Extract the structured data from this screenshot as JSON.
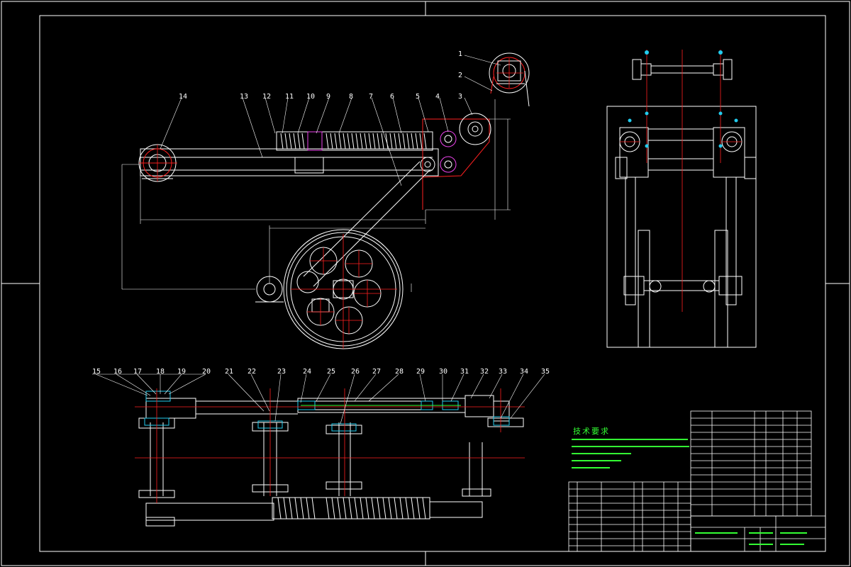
{
  "drawing": {
    "top_labels": [
      "1",
      "2",
      "3",
      "4",
      "5",
      "6",
      "7",
      "8",
      "9",
      "10",
      "11",
      "12",
      "13",
      "14"
    ],
    "bottom_labels": [
      "15",
      "16",
      "17",
      "18",
      "19",
      "20",
      "21",
      "22",
      "23",
      "24",
      "25",
      "26",
      "27",
      "28",
      "29",
      "30",
      "31",
      "32",
      "33",
      "34",
      "35"
    ],
    "technical_notes_title": "技术要求"
  },
  "colors": {
    "background": "#000000",
    "line_white": "#ffffff",
    "line_red": "#ff2020",
    "line_cyan": "#22ccee",
    "line_magenta": "#ee44ee",
    "line_green": "#33ff33",
    "line_yellow": "#ffff44"
  }
}
